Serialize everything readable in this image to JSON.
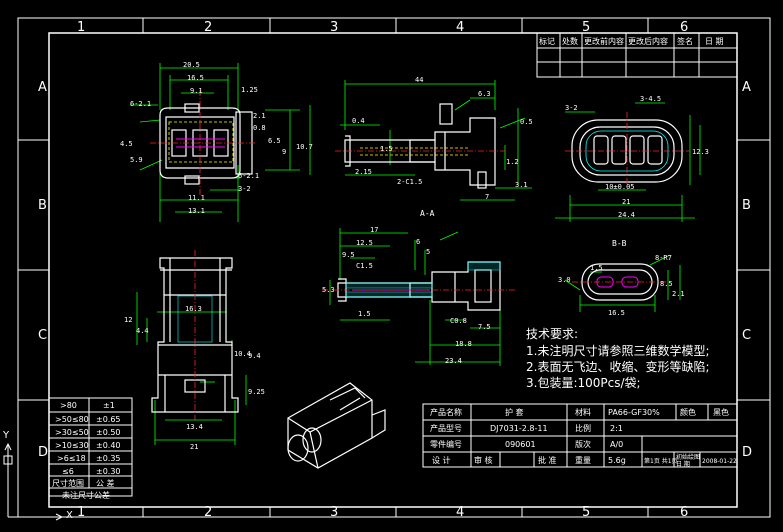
{
  "zones": {
    "cols_top": [
      "1",
      "2",
      "3",
      "4",
      "5",
      "6"
    ],
    "rows_side": [
      "A",
      "B",
      "C",
      "D"
    ]
  },
  "revision_table": {
    "headers": [
      "标记",
      "处数",
      "更改前内容",
      "更改后内容",
      "签名",
      "日 期"
    ]
  },
  "views": {
    "section_a": "A-A",
    "section_b": "B-B"
  },
  "tech_notes": {
    "title": "技术要求:",
    "items": [
      "1.未注明尺寸请参照三维数学模型;",
      "2.表面无飞边、收缩、变形等缺陷;",
      "3.包装量:100Pcs/袋;"
    ]
  },
  "tolerance_table": {
    "rows": [
      [
        ">80",
        "±1"
      ],
      [
        ">50≤80",
        "±0.65"
      ],
      [
        ">30≤50",
        "±0.50"
      ],
      [
        ">10≤30",
        "±0.40"
      ],
      [
        ">6≤18",
        "±0.35"
      ],
      [
        "≤6",
        "±0.30"
      ]
    ],
    "footer_left": "尺寸范围",
    "footer_right": "公  差",
    "caption": "未注尺寸公差"
  },
  "title_block": {
    "product_name_label": "产品名称",
    "product_name_value": "护  套",
    "material_label": "材料",
    "material_value": "PA66-GF30%",
    "color_label": "颜色",
    "color_value": "黑色",
    "model_label": "产品型号",
    "model_value": "DJ7031-2.8-11",
    "scale_label": "比例",
    "scale_value": "2:1",
    "part_no_label": "零件编号",
    "part_no_value": "090601",
    "version_label": "版次",
    "version_value": "A/0",
    "design_label": "设  计",
    "review_label": "审  核",
    "approve_label": "批  准",
    "weight_label": "重量",
    "weight_value": "5.6g",
    "sheet_value": "第1页 共1页",
    "date_label": "初始绘图日  期",
    "date_value": "2008-01-22"
  },
  "dimensions": {
    "front": [
      "20.5",
      "16.5",
      "9.1",
      "1.25",
      "6-2.1",
      "4.5",
      "5.9",
      "9",
      "10.7",
      "6.5",
      "2.1",
      "0.8",
      "6-2.1",
      "3-2",
      "11.1",
      "13.1"
    ],
    "side": [
      "44",
      "6.3",
      "0.4",
      "0.5",
      "2.15",
      "2-C1.5",
      "7",
      "3.1",
      "1.2",
      "1.5"
    ],
    "end": [
      "3-2",
      "3-4.5",
      "10±0.05",
      "21",
      "24.4",
      "12.3"
    ],
    "section_a": [
      "17",
      "12.5",
      "6",
      "5",
      "9.5",
      "C1.5",
      "5.3",
      "1.5",
      "C0.8",
      "7.5",
      "18.8",
      "23.4"
    ],
    "section_b": [
      "8-R7",
      "16.5",
      "8.5",
      "2.1",
      "3.0",
      "1.5"
    ],
    "lower": [
      "16.3",
      "12",
      "4.4",
      "10.4",
      "9.4",
      "9.25",
      "13.4",
      "21"
    ]
  },
  "ucs": {
    "x": "X",
    "y": "Y"
  },
  "colors": {
    "frame": "#ffffff",
    "part": "#ffffff",
    "dimension": "#00ff00",
    "center": "#ff2020",
    "hidden": "#ffff00",
    "highlight": "#ff00ff",
    "cyan": "#00ffff"
  }
}
